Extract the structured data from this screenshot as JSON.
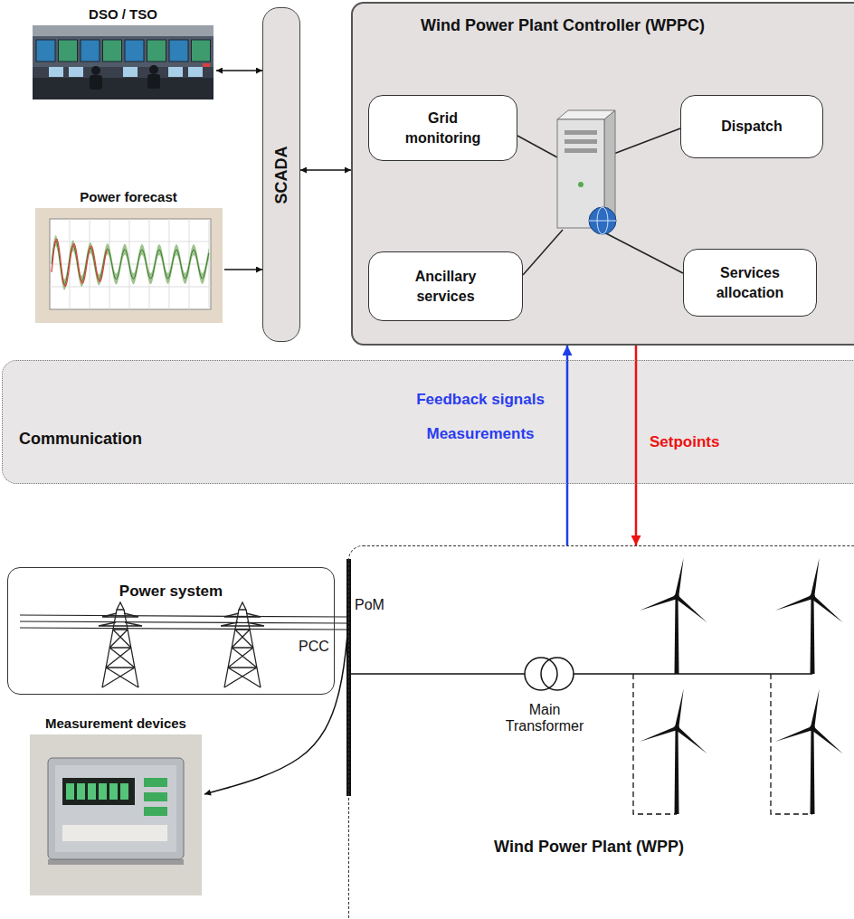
{
  "diagram": {
    "nodes": [
      {
        "text": [
          "DSO / TSO"
        ]
      },
      {
        "text": [
          "Power forecast"
        ]
      },
      {
        "text": [
          "SCADA"
        ]
      },
      {
        "text": [
          "Wind Power Plant Controller (WPPC)"
        ]
      },
      {
        "text": [
          "Grid monitoring"
        ],
        "in": 3
      },
      {
        "text": [
          "Dispatch"
        ],
        "in": 3
      },
      {
        "text": [
          "Ancillary services"
        ],
        "in": 3
      },
      {
        "text": [
          "Services allocation"
        ],
        "in": 3
      },
      {
        "text": [
          "Communication"
        ]
      },
      {
        "text": [
          "Power system"
        ]
      },
      {
        "text": [
          "Wind Power Plant (WPP)"
        ]
      },
      {
        "text": [
          "Measurement devices"
        ]
      }
    ],
    "edges": [
      {
        "from": 0,
        "to": 2,
        "arrow": "both"
      },
      {
        "from": 1,
        "to": 2,
        "arrow": "to"
      },
      {
        "from": 2,
        "to": 3,
        "arrow": "both"
      },
      {
        "from": 10,
        "to": 3,
        "arrow": "to",
        "label": "Feedback signals Measurements"
      },
      {
        "from": 3,
        "to": 10,
        "arrow": "to",
        "label": "Setpoints"
      },
      {
        "from": 10,
        "to": 11,
        "arrow": "to"
      }
    ],
    "labels": [
      "PoM",
      "PCC",
      "Main Transformer"
    ]
  }
}
